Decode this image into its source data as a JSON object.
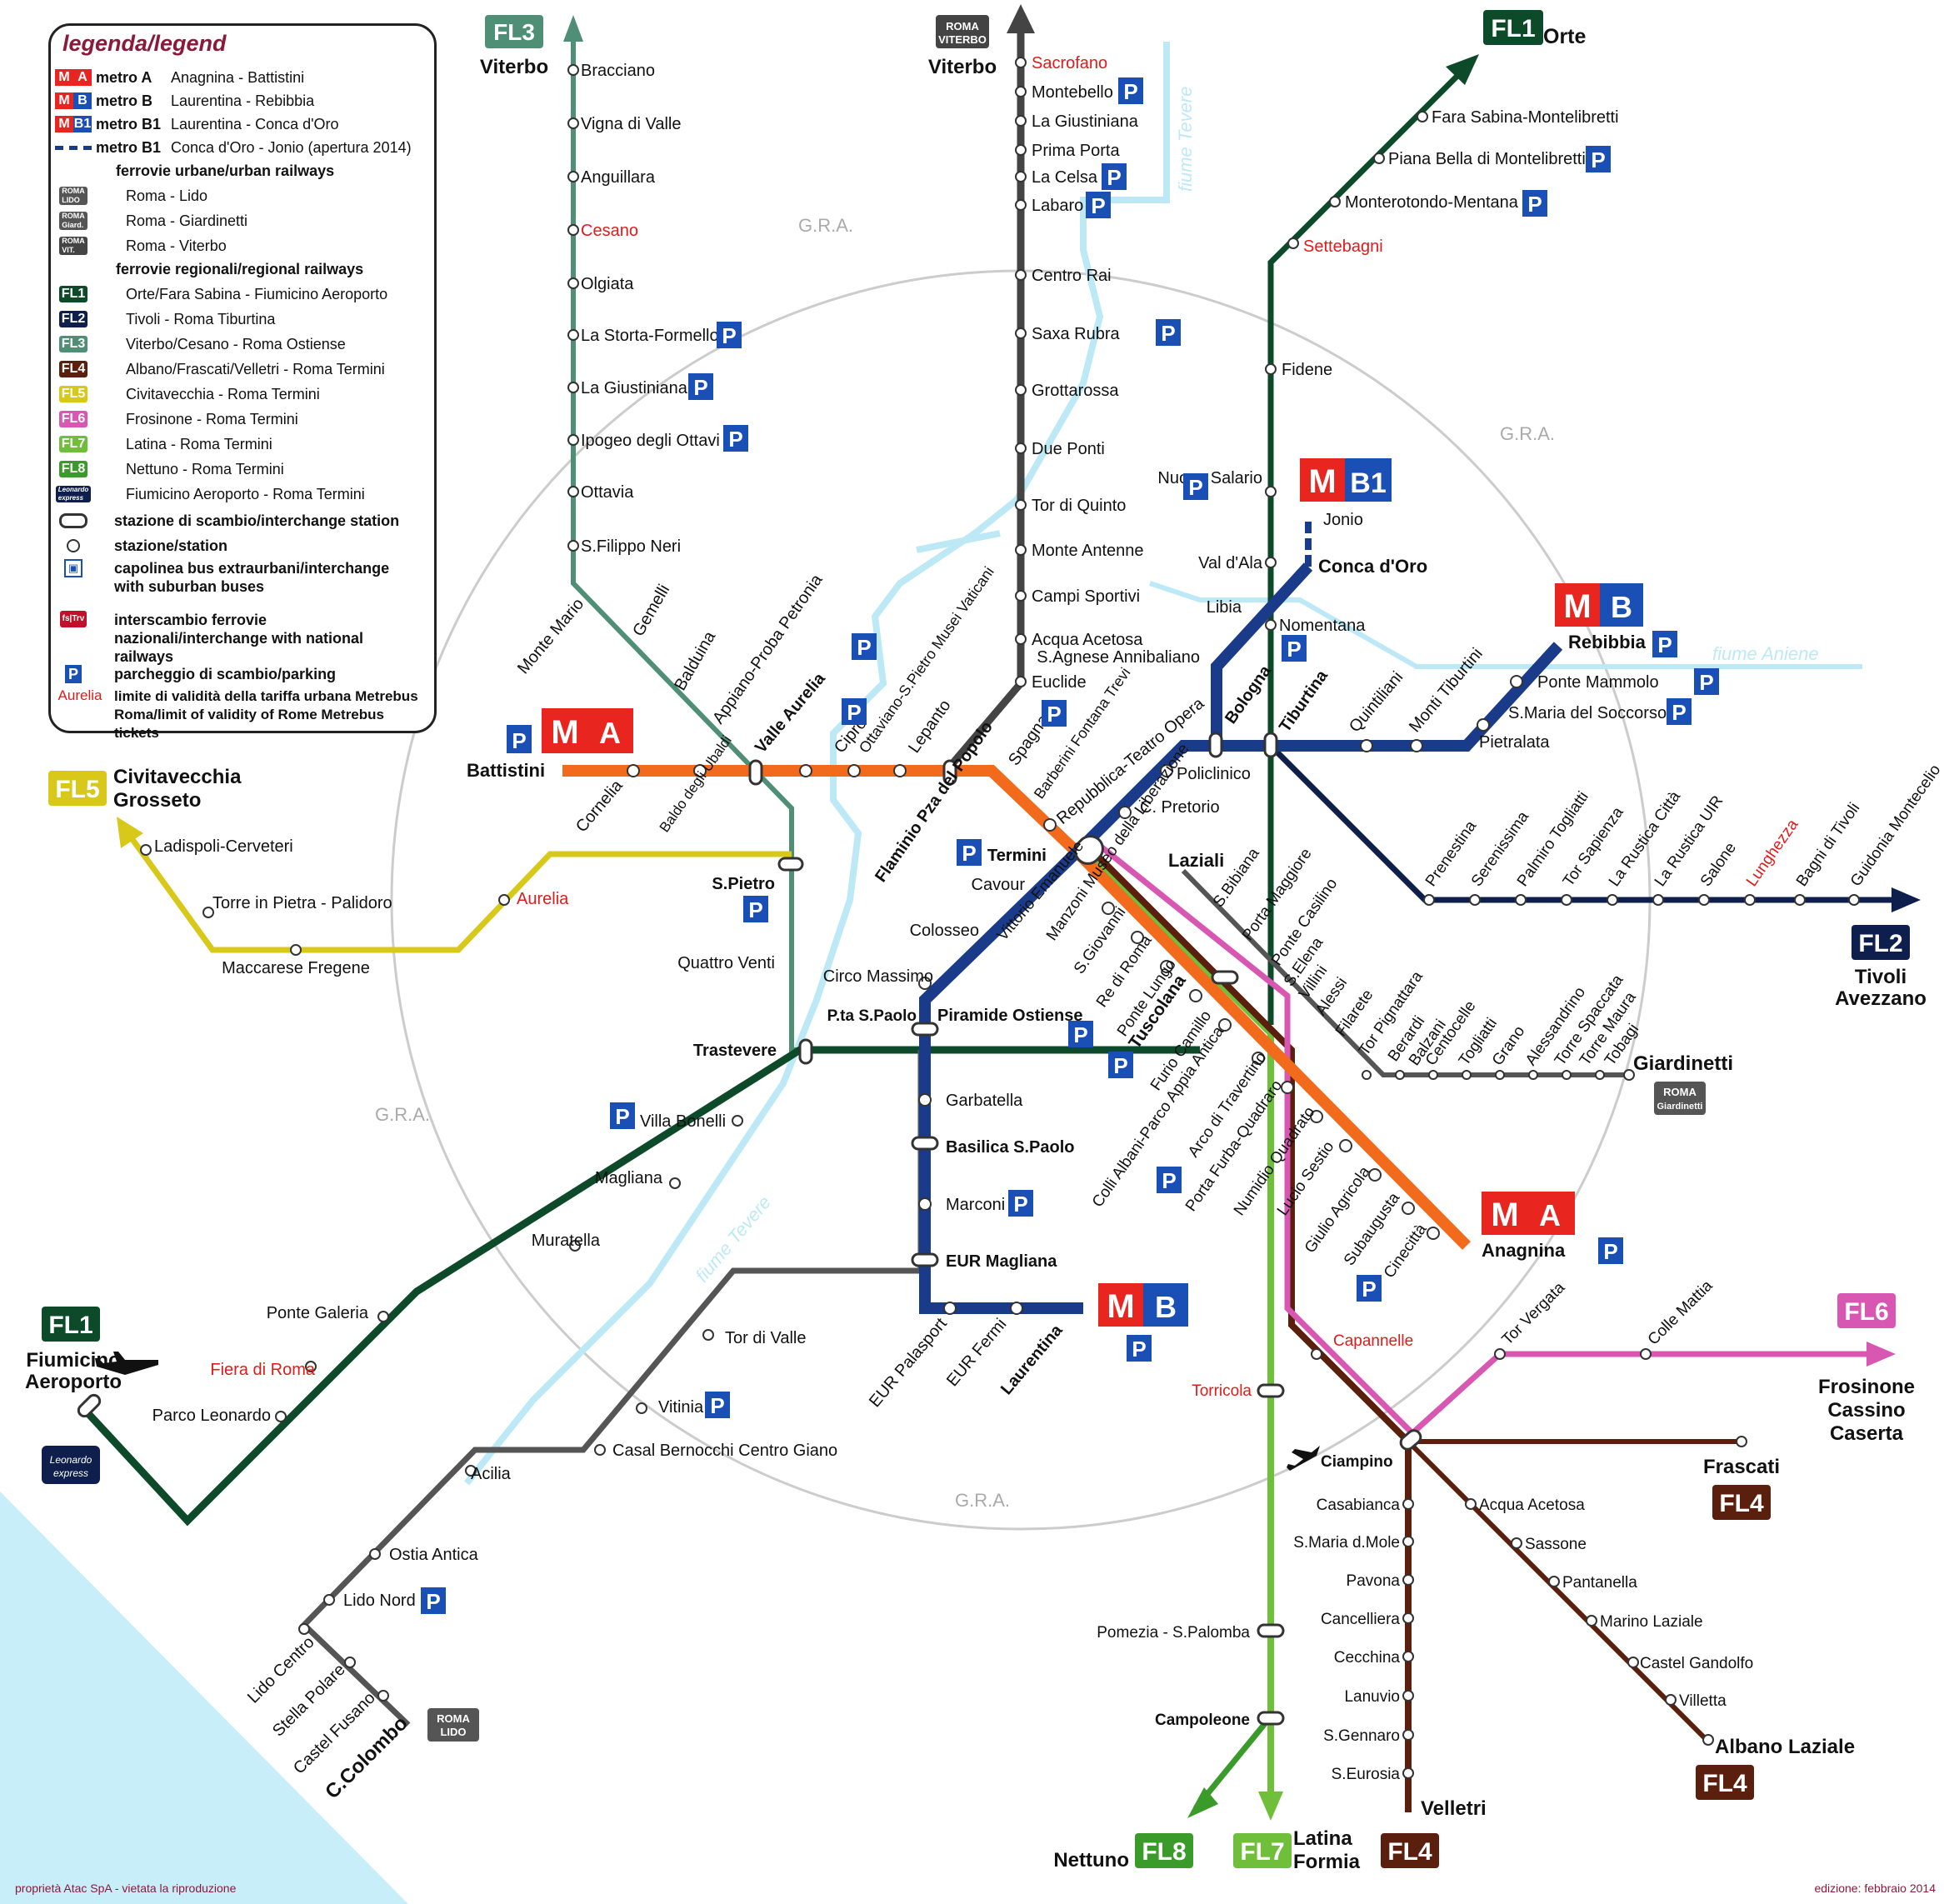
{
  "legend": {
    "title": "legenda/legend",
    "metro": [
      {
        "badge": [
          "M",
          "A"
        ],
        "colors": [
          "#e8261f",
          "#e8261f"
        ],
        "name": "metro A",
        "route": "Anagnina - Battistini"
      },
      {
        "badge": [
          "M",
          "B"
        ],
        "colors": [
          "#e8261f",
          "#1a4fb5"
        ],
        "name": "metro B",
        "route": "Laurentina - Rebibbia"
      },
      {
        "badge": [
          "M",
          "B1"
        ],
        "colors": [
          "#e8261f",
          "#1a4fb5"
        ],
        "name": "metro B1",
        "route": "Laurentina - Conca d'Oro"
      },
      {
        "badge": null,
        "colors": [
          "#1a3a8a"
        ],
        "name": "metro B1",
        "route": "Conca d'Oro - Jonio (apertura 2014)"
      }
    ],
    "urban_header": "ferrovie urbane/urban railways",
    "urban": [
      {
        "badge": "ROMA LIDO",
        "route": "Roma - Lido"
      },
      {
        "badge": "ROMA Giardinetti",
        "route": "Roma - Giardinetti"
      },
      {
        "badge": "ROMA VITERBO",
        "route": "Roma - Viterbo"
      }
    ],
    "regional_header": "ferrovie regionali/regional railways",
    "regional": [
      {
        "badge": "FL1",
        "color": "#0d4a2a",
        "route": "Orte/Fara Sabina - Fiumicino Aeroporto"
      },
      {
        "badge": "FL2",
        "color": "#0f1f4d",
        "route": "Tivoli - Roma Tiburtina"
      },
      {
        "badge": "FL3",
        "color": "#4f8f76",
        "route": "Viterbo/Cesano - Roma Ostiense"
      },
      {
        "badge": "FL4",
        "color": "#5a1f0d",
        "route": "Albano/Frascati/Velletri - Roma Termini"
      },
      {
        "badge": "FL5",
        "color": "#d8c81a",
        "route": "Civitavecchia - Roma Termini"
      },
      {
        "badge": "FL6",
        "color": "#d857b3",
        "route": "Frosinone - Roma Termini"
      },
      {
        "badge": "FL7",
        "color": "#6fbf3a",
        "route": "Latina - Roma Termini"
      },
      {
        "badge": "FL8",
        "color": "#3a9a2a",
        "route": "Nettuno - Roma Termini"
      },
      {
        "badge": "Leonardo express",
        "color": "#0f1f4d",
        "route": "Fiumicino Aeroporto - Roma Termini"
      }
    ],
    "symbols": [
      {
        "icon": "interchange",
        "text": "stazione di scambio/interchange station"
      },
      {
        "icon": "station",
        "text": "stazione/station"
      },
      {
        "icon": "bus",
        "text": "capolinea bus extraurbani/interchange with suburban buses"
      },
      {
        "icon": "train",
        "text": "interscambio ferrovie nazionali/interchange with national railways"
      },
      {
        "icon": "parking",
        "text": "parcheggio di scambio/parking"
      },
      {
        "icon": "aurelia",
        "label": "Aurelia",
        "text": "limite di validità della tariffa urbana Metrebus Roma/limit of validity of Rome Metrebus tickets"
      }
    ]
  },
  "gra_labels": [
    "G.R.A.",
    "G.R.A.",
    "G.R.A.",
    "G.R.A."
  ],
  "rivers": [
    "fiume Tevere",
    "fiume Tevere",
    "fiume Aniene"
  ],
  "terminals": {
    "fl3": {
      "badge": "FL3",
      "name": "Viterbo"
    },
    "viterbo": {
      "badge": "ROMA VITERBO",
      "name": "Viterbo"
    },
    "fl1_north": {
      "badge": "FL1",
      "name": "Orte"
    },
    "fl5": {
      "badge": "FL5",
      "name1": "Civitavecchia",
      "name2": "Grosseto"
    },
    "fl2": {
      "badge": "FL2",
      "name1": "Tivoli",
      "name2": "Avezzano"
    },
    "fl1_south": {
      "badge": "FL1",
      "name1": "Fiumicino",
      "name2": "Aeroporto"
    },
    "fl6": {
      "badge": "FL6",
      "name1": "Frosinone",
      "name2": "Cassino",
      "name3": "Caserta"
    },
    "fl4a": {
      "badge": "FL4",
      "name": "Frascati"
    },
    "fl4b": {
      "badge": "FL4",
      "name": "Albano Laziale"
    },
    "fl4c": {
      "badge": "FL4",
      "name": "Velletri"
    },
    "fl8": {
      "badge": "FL8",
      "name": "Nettuno"
    },
    "fl7": {
      "badge": "FL7",
      "name1": "Latina",
      "name2": "Formia"
    },
    "lido": {
      "badge": "ROMA LIDO",
      "name": "C.Colombo"
    },
    "giardinetti": {
      "badge": "ROMA Giardinetti",
      "name": "Giardinetti"
    },
    "leonardo": "Leonardo express"
  },
  "metro_badges": {
    "ma_west": [
      "M",
      "A"
    ],
    "ma_east": [
      "M",
      "A"
    ],
    "mb_north": [
      "M",
      "B"
    ],
    "mb_south": [
      "M",
      "B"
    ],
    "mb1": [
      "M",
      "B1"
    ]
  },
  "stations_fl3": [
    "Bracciano",
    "Vigna di Valle",
    "Anguillara",
    "Cesano",
    "Olgiata",
    "La Storta-Formello",
    "La Giustiniana",
    "Ipogeo degli Ottavi",
    "Ottavia",
    "S.Filippo Neri"
  ],
  "stations_viterbo": [
    "Sacrofano",
    "Montebello",
    "La Giustiniana",
    "Prima Porta",
    "La Celsa",
    "Labaro",
    "Centro Rai",
    "Saxa Rubra",
    "Grottarossa",
    "Due Ponti",
    "Tor di Quinto",
    "Monte Antenne",
    "Campi Sportivi",
    "Acqua Acetosa",
    "Euclide"
  ],
  "stations_fl1_north": [
    "Fara Sabina-Montelibretti",
    "Piana Bella di Montelibretti",
    "Monterotondo-Mentana",
    "Settebagni",
    "Fidene",
    "Nuovo Salario",
    "Val d'Ala",
    "Nomentana"
  ],
  "stations_ma_west": [
    "Battistini",
    "Cornelia",
    "Baldo degli Ubaldi",
    "Valle Aurelia",
    "Cipro",
    "Ottaviano-S.Pietro Musei Vaticani",
    "Lepanto",
    "Flaminio Pza del Popolo",
    "Spagna",
    "Barberini Fontana Trevi",
    "Repubblica-Teatro Opera",
    "Termini"
  ],
  "stations_fl3_inner": [
    "Monte Mario",
    "Gemelli",
    "Balduina",
    "Appiano-Proba Petronia",
    "S.Pietro",
    "Quattro Venti",
    "Trastevere"
  ],
  "stations_fl5": [
    "Ladispoli-Cerveteri",
    "Torre in Pietra - Palidoro",
    "Maccarese Fregene",
    "Aurelia"
  ],
  "stations_mb": [
    "Rebibbia",
    "Ponte Mammolo",
    "S.Maria del Soccorso",
    "Pietralata",
    "Monti Tiburtini",
    "Quintiliani",
    "Tiburtina",
    "Bologna",
    "Policlinico",
    "C. Pretorio",
    "Termini",
    "Cavour",
    "Colosseo",
    "Circo Massimo",
    "Piramide Ostiense",
    "Garbatella",
    "Basilica S.Paolo",
    "Marconi",
    "EUR Magliana",
    "EUR Palasport",
    "EUR Fermi",
    "Laurentina"
  ],
  "stations_mb1": [
    "Jonio",
    "Conca d'Oro",
    "Libia",
    "S.Agnese Annibaliano"
  ],
  "stations_fl2": [
    "Prenestina",
    "Serenissima",
    "Palmiro Togliatti",
    "Tor Sapienza",
    "La Rustica Città",
    "La Rustica UIR",
    "Salone",
    "Lunghezza",
    "Bagni di Tivoli",
    "Guidonia Montecelio"
  ],
  "stations_ma_east": [
    "Vittorio Emanuele",
    "Manzoni Museo della Liberazione",
    "S.Giovanni",
    "Re di Roma",
    "Ponte Lungo",
    "Furio Camillo",
    "Colli Albani-Parco Appia Antica",
    "Arco di Travertino",
    "Porta Furba-Quadraro",
    "Numidio Quadrato",
    "Lucio Sestio",
    "Giulio Agricola",
    "Subaugusta",
    "Cinecittà",
    "Anagnina"
  ],
  "stations_giardinetti": [
    "Laziali",
    "Porta Maggiore",
    "Ponte Casilino",
    "S.Elena",
    "Villini",
    "Alessi",
    "Filarete",
    "Tor Pignattara",
    "Berardi",
    "Balzani",
    "Centocelle",
    "Togliatti",
    "Grano",
    "Alessandrino",
    "Torre Spaccata",
    "Torre Maura",
    "Tobagi"
  ],
  "stations_fl1_south": [
    "Villa Bonelli",
    "Magliana",
    "Muratella",
    "Ponte Galeria",
    "Fiera di Roma",
    "Parco Leonardo"
  ],
  "stations_lido": [
    "Tor di Valle",
    "Vitinia",
    "Casal Bernocchi Centro Giano",
    "Acilia",
    "Ostia Antica",
    "Lido Nord",
    "Lido Centro",
    "Stella Polare",
    "Castel Fusano"
  ],
  "stations_south": [
    "S.Bibiana",
    "Tuscolana",
    "P.ta S.Paolo",
    "Capannelle",
    "Tor Vergata",
    "Colle Mattia",
    "Torricola",
    "Ciampino",
    "Casabianca",
    "S.Maria d.Mole",
    "Pavona",
    "Cancelliera",
    "Cecchina",
    "Lanuvio",
    "S.Gennaro",
    "S.Eurosia",
    "Acqua Acetosa",
    "Sassone",
    "Pantanella",
    "Marino Laziale",
    "Castel Gandolfo",
    "Villetta",
    "Pomezia - S.Palomba",
    "Campoleone"
  ],
  "footer": {
    "left": "proprietà Atac SpA - vietata la riproduzione",
    "right": "edizione: febbraio 2014"
  }
}
